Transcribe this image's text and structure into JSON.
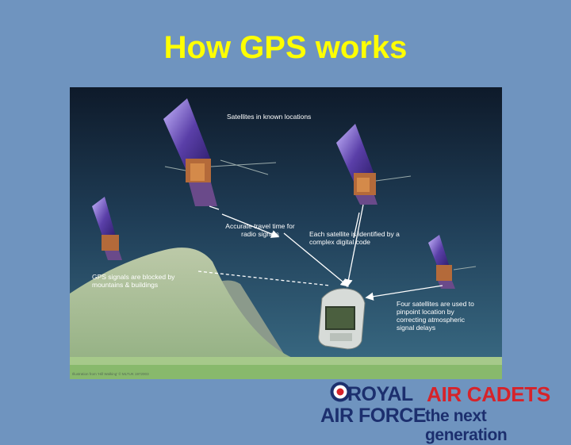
{
  "slide": {
    "title": "How GPS works"
  },
  "illustration": {
    "labels": {
      "satellites": "Satellites in known locations",
      "travel_time": "Accurate travel time for radio signals",
      "identified": "Each satellite is identified by a complex digital code",
      "blocked": "GPS signals are blocked by mountains & buildings",
      "four_satellites": "Four satellites are used to pinpoint location by correcting atmospheric signal delays"
    },
    "credit": "Illustration from 'Hill Walking' © MLTUK 1972003"
  },
  "branding": {
    "raf_top": "ROYAL",
    "raf_bottom": "AIR FORCE",
    "cadets": "AIR CADETS",
    "tagline": "the next generation"
  },
  "colors": {
    "background": "#6f94bf",
    "title": "#ffff00",
    "raf_blue": "#1c2f6e",
    "cadet_red": "#d6232a"
  }
}
